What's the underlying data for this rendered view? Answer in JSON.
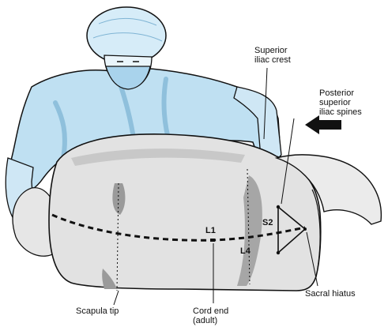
{
  "labels": {
    "superior_iliac_crest": [
      "Superior",
      "iliac crest"
    ],
    "posterior_superior_iliac_spines": [
      "Posterior",
      "superior",
      "iliac spines"
    ],
    "sacral_hiatus": "Sacral hiatus",
    "scapula_tip": "Scapula tip",
    "cord_end": [
      "Cord end",
      "(adult)"
    ]
  },
  "markers": {
    "l1": "L1",
    "l4": "L4",
    "s2": "S2"
  },
  "colors": {
    "gown": "#bfe0f2",
    "gown_shadow": "#8fc0dc",
    "skin": "#e2e2e2",
    "skin_shadow": "#9a9a9a",
    "outline": "#111111"
  }
}
